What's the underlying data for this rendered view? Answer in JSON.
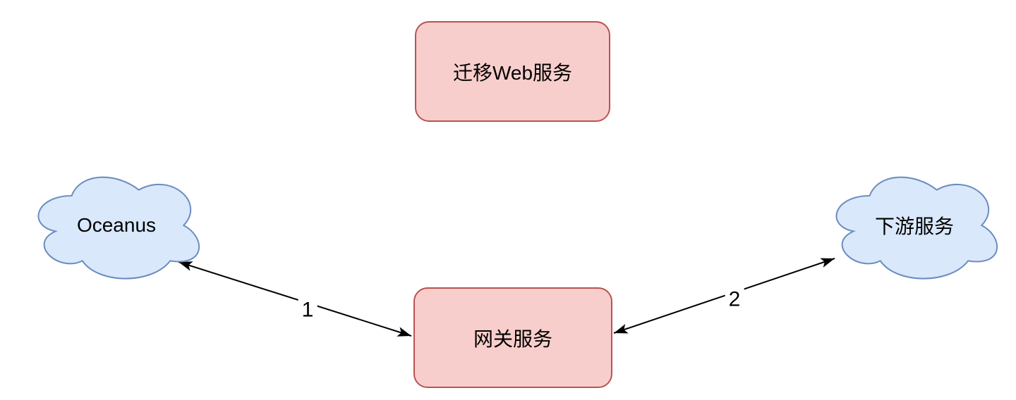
{
  "diagram": {
    "type": "flow-diagram",
    "background": "#FFFFFF",
    "nodes": {
      "migrate_web_service": {
        "label": "迁移Web服务",
        "shape": "rounded-rectangle",
        "fill": "#F8CECC",
        "stroke": "#B85450"
      },
      "gateway_service": {
        "label": "网关服务",
        "shape": "rounded-rectangle",
        "fill": "#F8CECC",
        "stroke": "#B85450"
      },
      "oceanus": {
        "label": "Oceanus",
        "shape": "cloud",
        "fill": "#DAE8FC",
        "stroke": "#6C8EBF"
      },
      "downstream_service": {
        "label": "下游服务",
        "shape": "cloud",
        "fill": "#DAE8FC",
        "stroke": "#6C8EBF"
      }
    },
    "edges": [
      {
        "label": "1",
        "from": "oceanus",
        "to": "gateway_service",
        "style": "bidirectional-arrow"
      },
      {
        "label": "2",
        "from": "gateway_service",
        "to": "downstream_service",
        "style": "bidirectional-arrow"
      }
    ],
    "colors": {
      "edge": "#000000",
      "text": "#000000"
    }
  }
}
